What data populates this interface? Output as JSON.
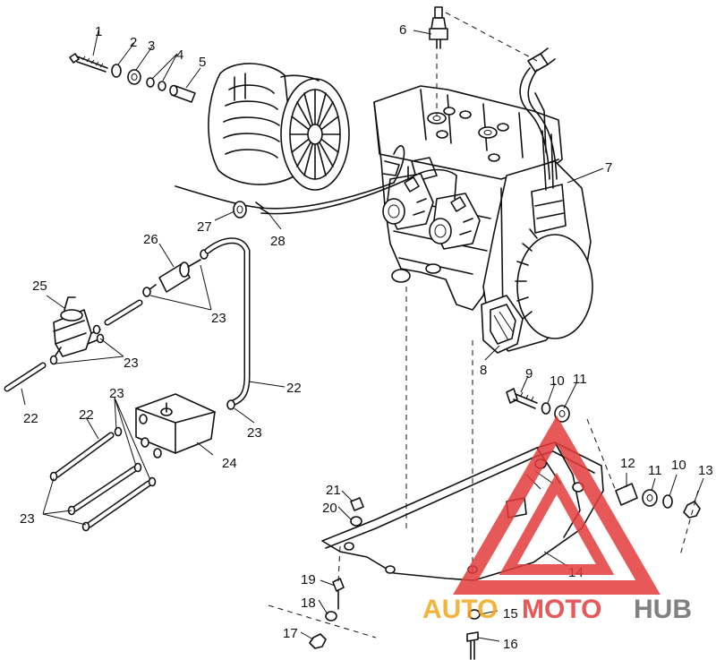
{
  "callouts": [
    "1",
    "2",
    "3",
    "4",
    "5",
    "6",
    "7",
    "8",
    "9",
    "10",
    "11",
    "12",
    "13",
    "14",
    "15",
    "16",
    "17",
    "18",
    "19",
    "20",
    "21",
    "22",
    "23",
    "24",
    "25",
    "26",
    "27",
    "28"
  ],
  "watermark": {
    "part1": "AUTO",
    "part2": "MOTO",
    "part3": "HUB",
    "colors": {
      "amber": "#f2a81d",
      "red": "#e33b3b",
      "grey": "#6c6c6c"
    }
  }
}
